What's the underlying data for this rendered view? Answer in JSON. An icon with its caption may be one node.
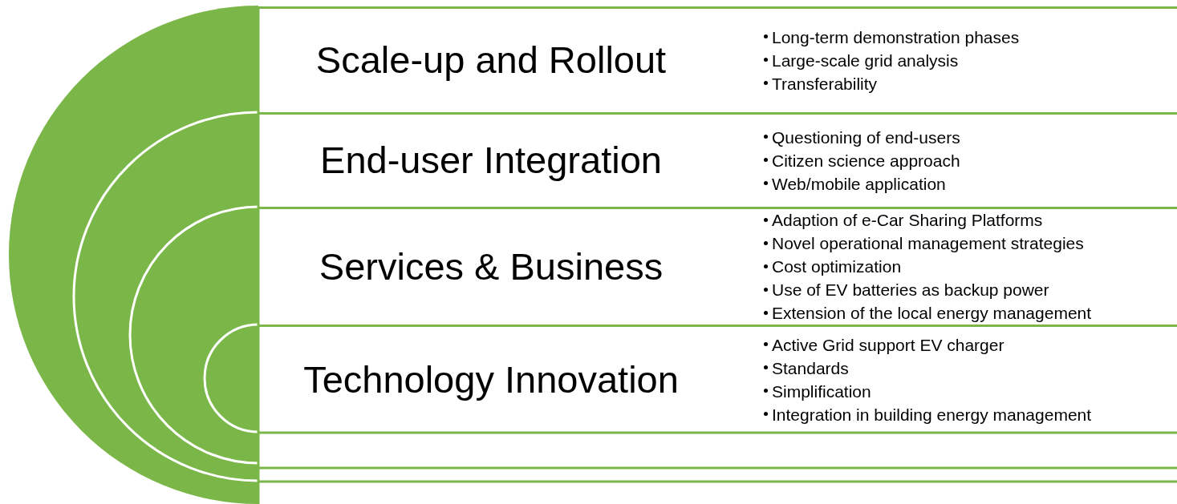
{
  "diagram": {
    "nodes": [
      {
        "text": [
          "Scale-up and Rollout",
          "Long-term demonstration phases",
          "Large-scale grid analysis",
          "Transferability"
        ]
      },
      {
        "text": [
          "End-user Integration",
          "Questioning of end-users",
          "Citizen science approach",
          "Web/mobile application"
        ]
      },
      {
        "text": [
          "Services & Business",
          "Adaption of e-Car Sharing Platforms",
          "Novel operational management strategies",
          "Cost optimization",
          "Use of EV batteries as backup power",
          "Extension of the local energy management"
        ]
      },
      {
        "text": [
          "Technology Innovation",
          "Active Grid support EV charger",
          "Standards",
          "Simplification",
          "Integration in building energy management"
        ]
      }
    ]
  }
}
